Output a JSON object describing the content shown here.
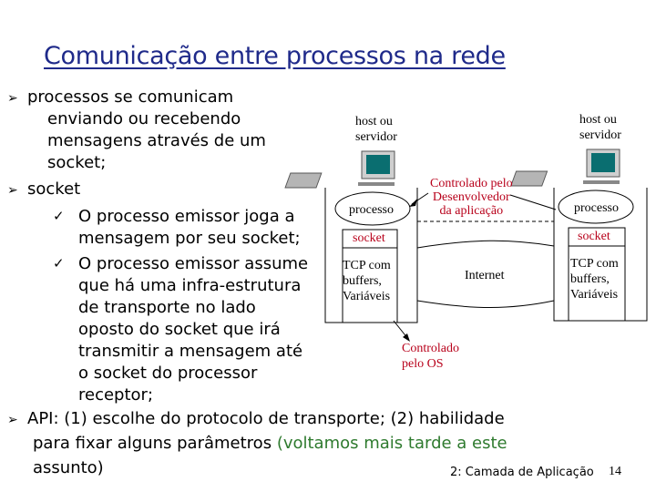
{
  "title": "Comunicação entre processos na rede",
  "bullets": {
    "b1": [
      "processos se comunicam",
      "enviando ou recebendo",
      "mensagens através de um",
      "socket;"
    ],
    "b2": "socket",
    "sub1": [
      "O processo emissor joga a",
      "mensagem por seu socket;"
    ],
    "sub2": [
      "O processo emissor assume",
      "que há uma infra-estrutura",
      "de transporte no lado",
      "oposto do socket que irá",
      "transmitir a mensagem até",
      "o socket do processor",
      "receptor;"
    ],
    "api_line1": "API: (1) escolhe do protocolo de transporte; (2) habilidade",
    "api_line2": "para fixar alguns parâmetros",
    "api_paren": "(voltamos mais tarde a este",
    "api_line3": "assunto)"
  },
  "diagram": {
    "left_host": [
      "host ou",
      "servidor"
    ],
    "right_host": [
      "host ou",
      "servidor"
    ],
    "left_process": "processo",
    "right_process": "processo",
    "left_socket": "socket",
    "right_socket": "socket",
    "left_tcp": [
      "TCP com",
      "buffers,",
      "Variáveis"
    ],
    "right_tcp": [
      "TCP com",
      "buffers,",
      "Variáveis"
    ],
    "internet": "Internet",
    "dev_control": [
      "Controlado pelo",
      "Desenvolvedor",
      "da aplicação"
    ],
    "os_control": [
      "Controlado",
      "pelo OS"
    ]
  },
  "footer": {
    "chapter": "2: Camada de Aplicação",
    "page": "14"
  }
}
